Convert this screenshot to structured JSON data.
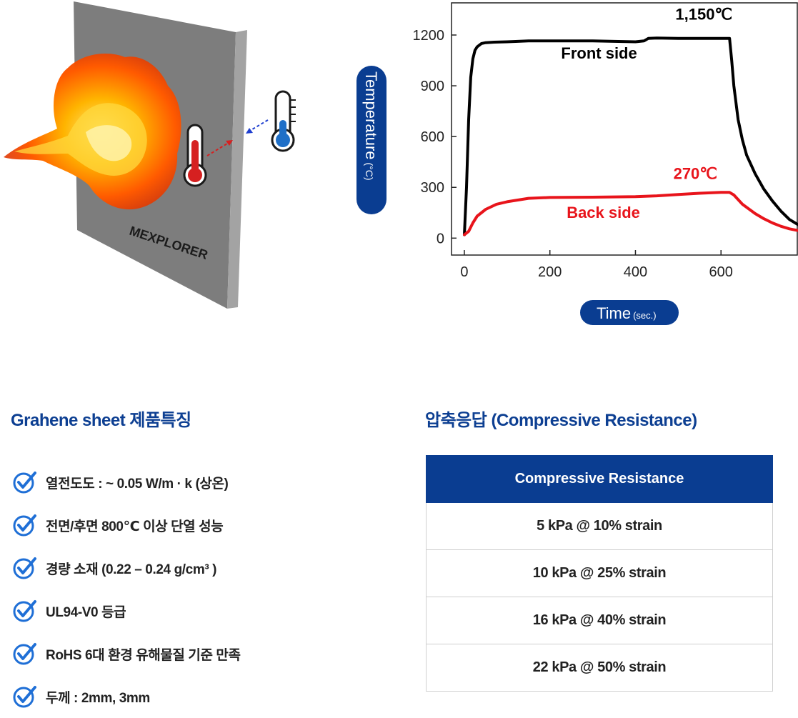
{
  "illustration": {
    "brand": "MEXPLORER"
  },
  "chart_data": {
    "type": "line",
    "xlabel": "Time",
    "xlabel_unit": "(sec.)",
    "ylabel": "Temperature",
    "ylabel_unit": "(°C)",
    "xlim": [
      -30,
      780
    ],
    "ylim": [
      -100,
      1390
    ],
    "x_ticks": [
      0,
      200,
      400,
      600
    ],
    "y_ticks": [
      0,
      300,
      600,
      900,
      1200
    ],
    "grid": false,
    "series": [
      {
        "name": "Front side",
        "color": "#000000",
        "x": [
          0,
          5,
          10,
          15,
          20,
          25,
          30,
          40,
          50,
          70,
          100,
          150,
          200,
          300,
          400,
          420,
          430,
          450,
          500,
          550,
          600,
          620,
          625,
          630,
          640,
          650,
          660,
          680,
          700,
          720,
          740,
          760,
          780
        ],
        "y": [
          20,
          300,
          700,
          950,
          1060,
          1110,
          1130,
          1150,
          1155,
          1158,
          1160,
          1165,
          1165,
          1165,
          1160,
          1165,
          1180,
          1182,
          1180,
          1180,
          1180,
          1180,
          1050,
          900,
          700,
          580,
          490,
          380,
          290,
          220,
          160,
          110,
          80
        ]
      },
      {
        "name": "Back side",
        "color": "#e8141b",
        "x": [
          0,
          10,
          20,
          30,
          50,
          75,
          100,
          150,
          200,
          300,
          400,
          450,
          500,
          550,
          600,
          620,
          630,
          650,
          680,
          700,
          720,
          740,
          760,
          780
        ],
        "y": [
          20,
          40,
          90,
          130,
          170,
          200,
          215,
          235,
          240,
          242,
          245,
          250,
          258,
          265,
          270,
          270,
          255,
          200,
          145,
          115,
          90,
          70,
          55,
          45
        ]
      }
    ],
    "annotations": [
      {
        "text": "1,150℃",
        "x": 560,
        "y": 1290,
        "color": "#000000"
      },
      {
        "text": "Front side",
        "x": 315,
        "y": 1060,
        "color": "#000000"
      },
      {
        "text": "270℃",
        "x": 540,
        "y": 350,
        "color": "#e8141b"
      },
      {
        "text": "Back side",
        "x": 325,
        "y": 120,
        "color": "#e8141b"
      }
    ]
  },
  "features": {
    "title": "Grahene sheet 제품특징",
    "items": [
      "열전도도 : ~ 0.05 W/m · k (상온)",
      "전면/후면 800℃ 이상 단열 성능",
      "경량 소재 (0.22 – 0.24 g/cm³ )",
      "UL94-V0 등급",
      "RoHS 6대 환경 유해물질 기준 만족",
      "두께 : 2mm, 3mm"
    ]
  },
  "compressive": {
    "title": "압축응답 (Compressive Resistance)",
    "header": "Compressive Resistance",
    "rows": [
      "5 kPa @ 10% strain",
      "10 kPa @ 25% strain",
      "16 kPa @ 40% strain",
      "22 kPa @ 50% strain"
    ]
  }
}
